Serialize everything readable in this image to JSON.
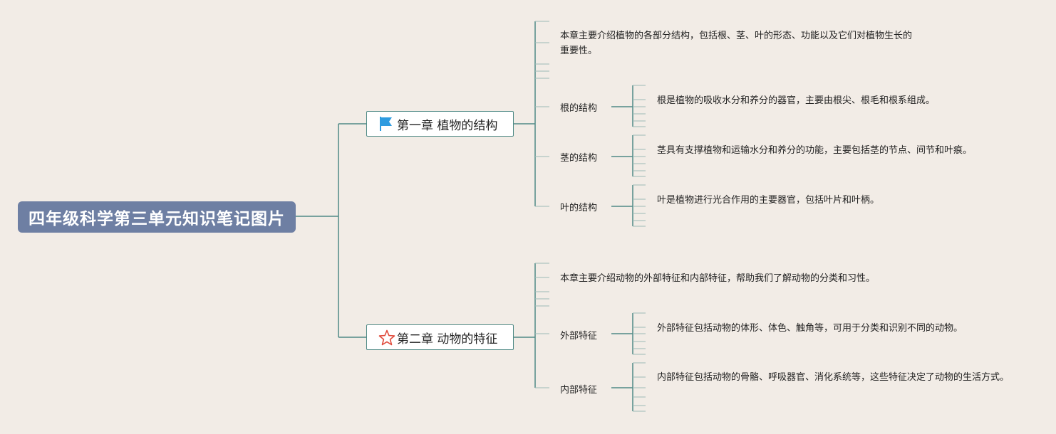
{
  "root": {
    "title": "四年级科学第三单元知识笔记图片"
  },
  "chapters": [
    {
      "title": "第一章 植物的结构",
      "icon": "flag-icon",
      "intro": "本章主要介绍植物的各部分结构，包括根、茎、叶的形态、功能以及它们对植物生长的重要性。",
      "sections": [
        {
          "label": "根的结构",
          "detail": "根是植物的吸收水分和养分的器官，主要由根尖、根毛和根系组成。"
        },
        {
          "label": "茎的结构",
          "detail": "茎具有支撑植物和运输水分和养分的功能，主要包括茎的节点、间节和叶痕。"
        },
        {
          "label": "叶的结构",
          "detail": "叶是植物进行光合作用的主要器官，包括叶片和叶柄。"
        }
      ]
    },
    {
      "title": "第二章 动物的特征",
      "icon": "star-icon",
      "intro": "本章主要介绍动物的外部特征和内部特征，帮助我们了解动物的分类和习性。",
      "sections": [
        {
          "label": "外部特征",
          "detail": "外部特征包括动物的体形、体色、触角等，可用于分类和识别不同的动物。"
        },
        {
          "label": "内部特征",
          "detail": "内部特征包括动物的骨骼、呼吸器官、消化系统等，这些特征决定了动物的生活方式。"
        }
      ]
    }
  ],
  "colors": {
    "background": "#f2ece6",
    "root_fill": "#6e7fa3",
    "connector": "#4f8a86",
    "tick": "#9cbab6",
    "flag": "#2e9be0",
    "star": "#e0493a"
  }
}
